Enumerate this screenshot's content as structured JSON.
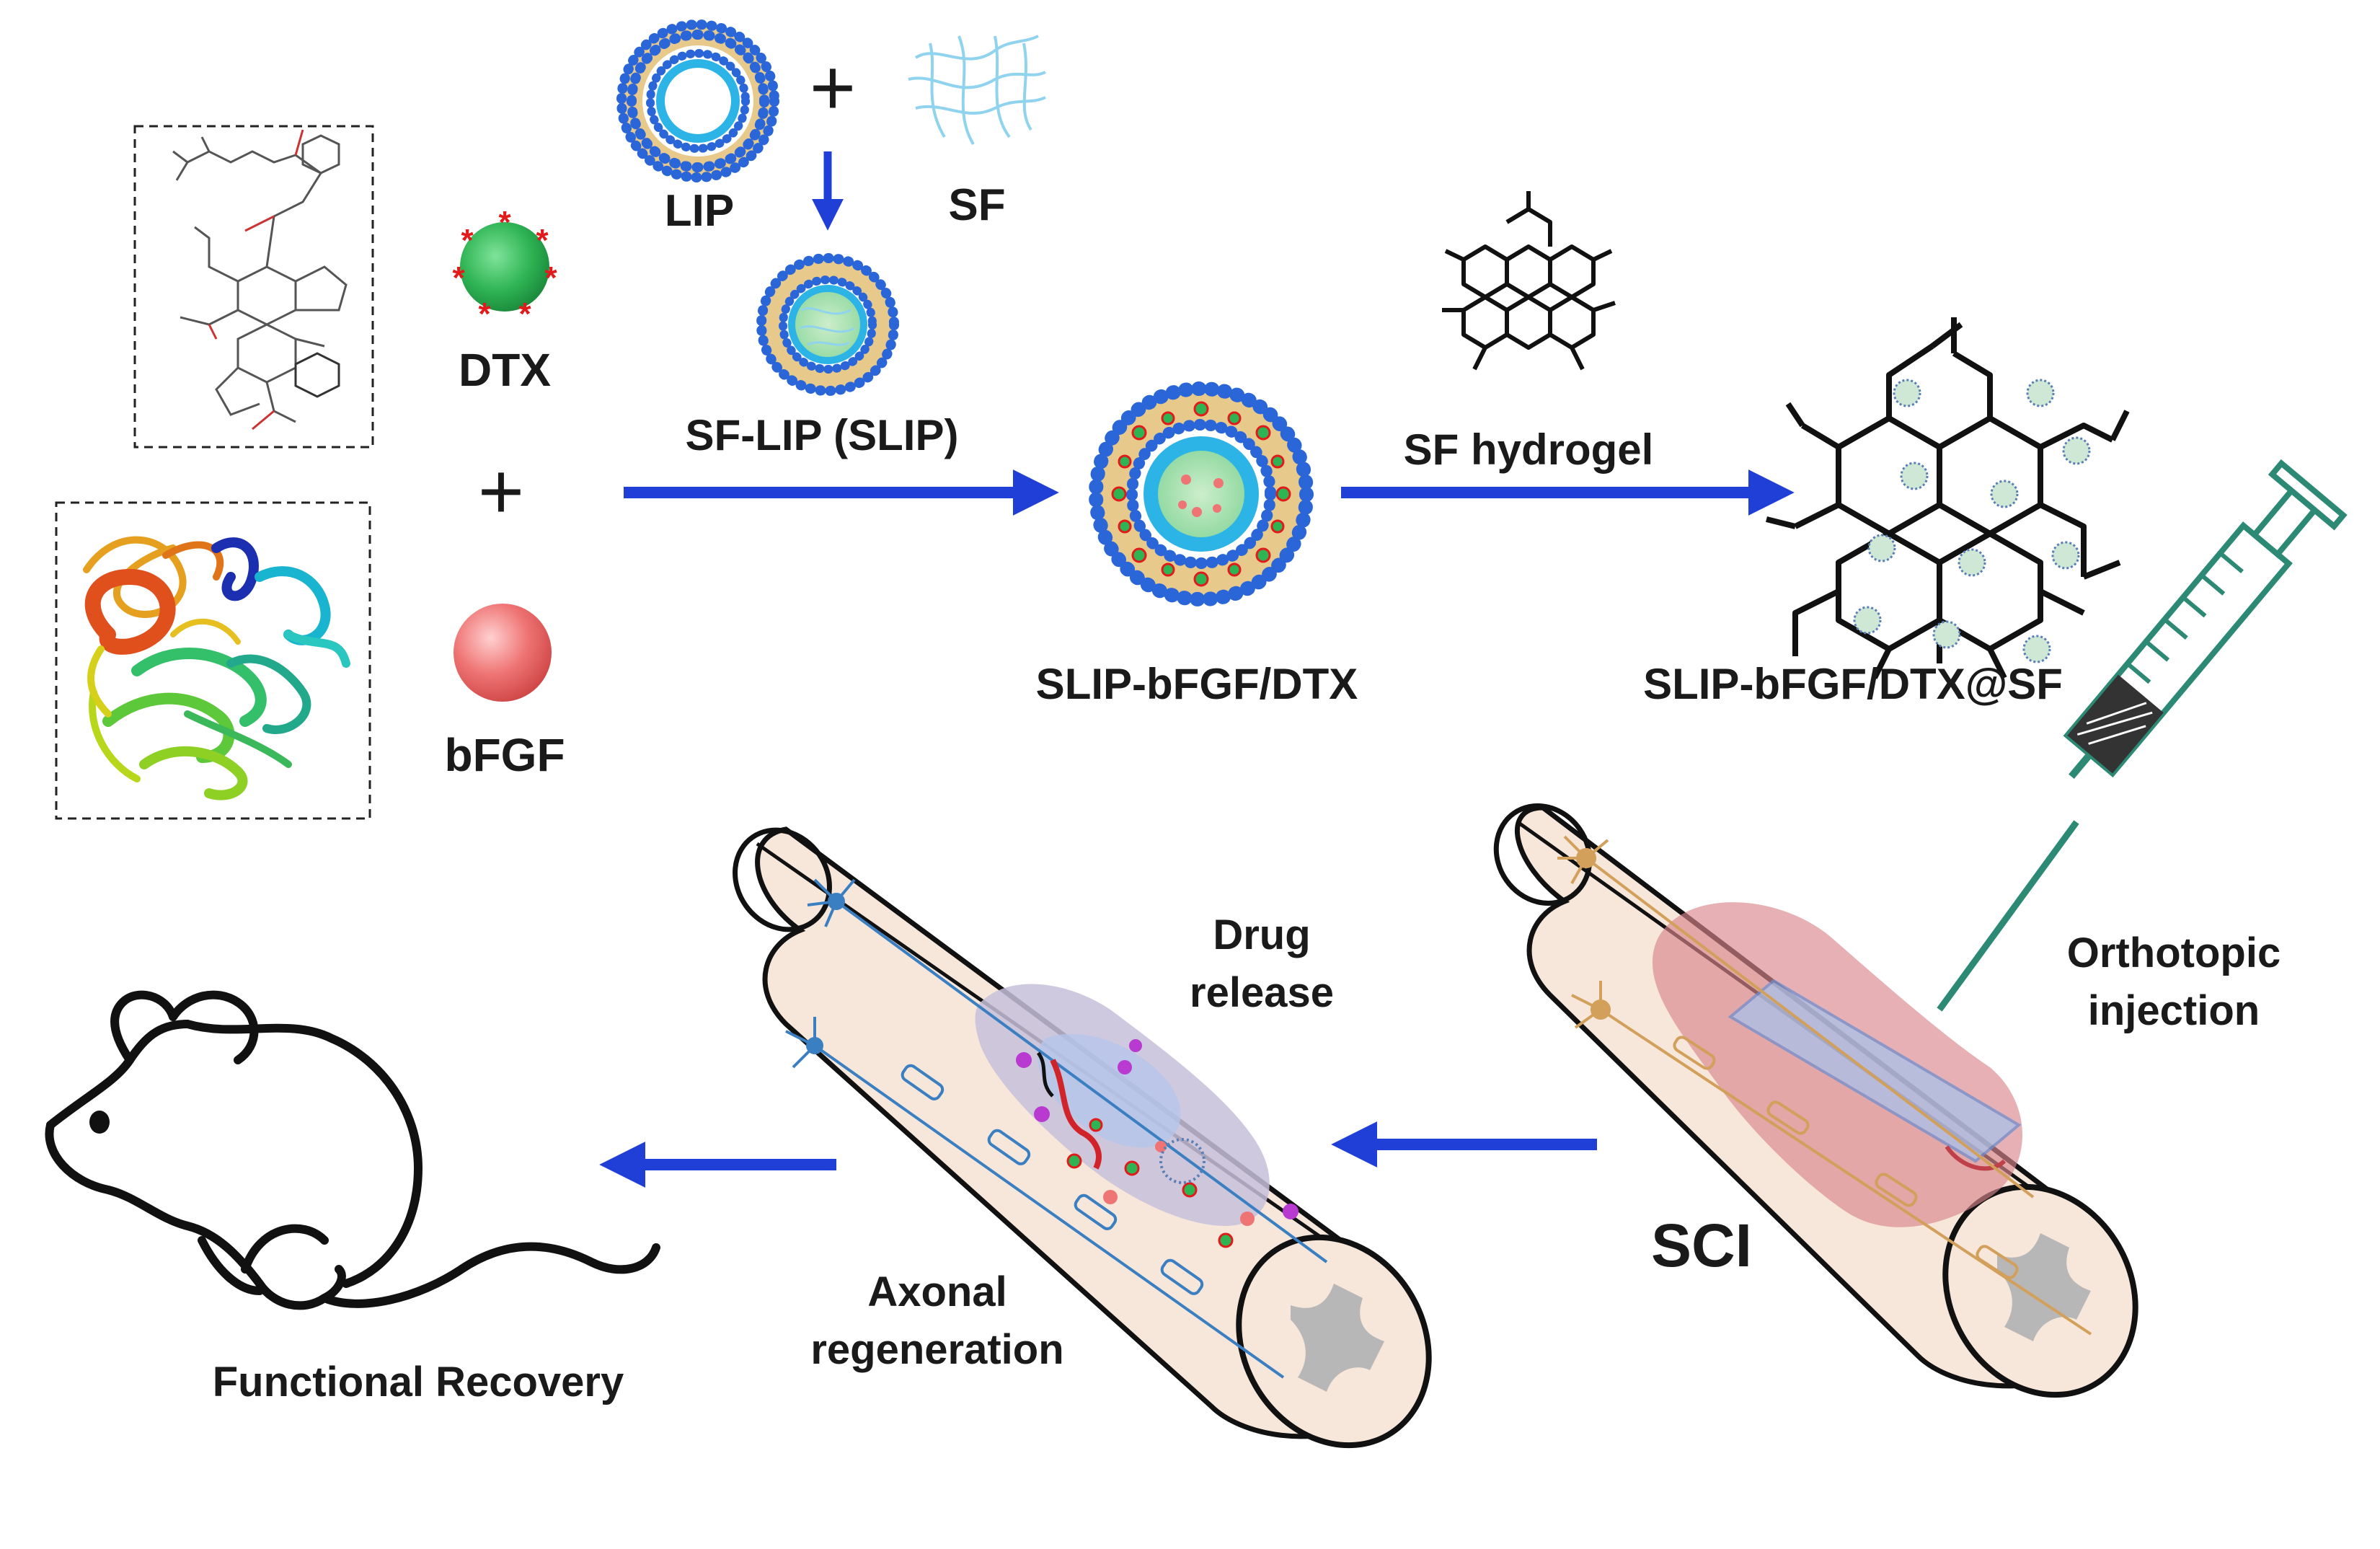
{
  "colors": {
    "arrow": "#1f3fd6",
    "lipid_head": "#2a66d8",
    "lipid_tail": "#e7c98c",
    "aqueous_core": "#2db4e6",
    "dtx_core": "#2fb454",
    "dtx_star": "#e11b1b",
    "bfgf": "#ef6f6f",
    "sf_fiber": "#8fd3ee",
    "cord_fill": "#f7e6da",
    "lesion": "#d9868c",
    "hydrogel_patch": "#a9c2ea",
    "grey_matter": "#b7b7b7",
    "syringe": "#2c8a74"
  },
  "labels": {
    "dtx": "DTX",
    "bfgf": "bFGF",
    "plus_top": "+",
    "plus_left": "+",
    "lip": "LIP",
    "sf": "SF",
    "slip": "SF-LIP (SLIP)",
    "slip_loaded": "SLIP-bFGF/DTX",
    "sf_hydrogel": "SF hydrogel",
    "final_formulation": "SLIP-bFGF/DTX@SF",
    "injection_line1": "Orthotopic",
    "injection_line2": "injection",
    "sci": "SCI",
    "drug_release_line1": "Drug",
    "drug_release_line2": "release",
    "axonal_line1": "Axonal",
    "axonal_line2": "regeneration",
    "recovery": "Functional Recovery"
  },
  "icons": {
    "dtx_structure": "chemical-structure-icon",
    "bfgf_structure": "protein-ribbon-icon",
    "liposome": "liposome-icon",
    "silk_fibroin": "silk-fibroin-fiber-icon",
    "hydrogel": "hydrogel-network-icon",
    "syringe": "syringe-icon",
    "spinal_cord": "spinal-cord-icon",
    "neuron": "neuron-icon",
    "rat": "rat-icon"
  }
}
